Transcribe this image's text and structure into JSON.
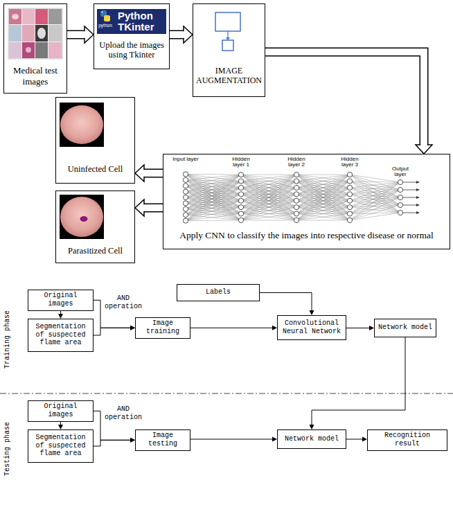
{
  "diagram": {
    "nodes": [
      {
        "text": [
          "Medical test images"
        ]
      },
      {
        "text": [
          "Python TKinter",
          "Upload the images using Tkinter"
        ]
      },
      {
        "text": [
          "IMAGE AUGMENTATION"
        ]
      },
      {
        "text": [
          "Apply CNN to classify the images into respective disease or normal"
        ]
      },
      {
        "text": [
          "Uninfected Cell"
        ]
      },
      {
        "text": [
          "Parasitized Cell"
        ]
      },
      {
        "text": [
          "Original images"
        ]
      },
      {
        "text": [
          "Segmentation of suspected flame area"
        ]
      },
      {
        "text": [
          "Labels"
        ]
      },
      {
        "text": [
          "Image training"
        ]
      },
      {
        "text": [
          "Convolutional Neural Network"
        ]
      },
      {
        "text": [
          "Network model"
        ]
      },
      {
        "text": [
          "Original images"
        ]
      },
      {
        "text": [
          "Segmentation of suspected flame area"
        ]
      },
      {
        "text": [
          "Image testing"
        ]
      },
      {
        "text": [
          "Network model"
        ]
      },
      {
        "text": [
          "Recognition result"
        ]
      }
    ],
    "edges": [
      {
        "from": 0,
        "to": 1,
        "arrow": "to"
      },
      {
        "from": 1,
        "to": 2,
        "arrow": "to"
      },
      {
        "from": 2,
        "to": 3,
        "arrow": "to"
      },
      {
        "from": 3,
        "to": 4,
        "arrow": "to"
      },
      {
        "from": 3,
        "to": 5,
        "arrow": "to"
      },
      {
        "from": 6,
        "to": 7,
        "arrow": "to"
      },
      {
        "from": 6,
        "to": 9,
        "label": "AND operation",
        "arrow": "to"
      },
      {
        "from": 7,
        "to": 9,
        "arrow": "to"
      },
      {
        "from": 8,
        "to": 10,
        "arrow": "to"
      },
      {
        "from": 9,
        "to": 10,
        "arrow": "to"
      },
      {
        "from": 10,
        "to": 11,
        "arrow": "to"
      },
      {
        "from": 11,
        "to": 15,
        "arrow": "to"
      },
      {
        "from": 12,
        "to": 13,
        "arrow": "to"
      },
      {
        "from": 12,
        "to": 14,
        "label": "AND operation",
        "arrow": "to"
      },
      {
        "from": 13,
        "to": 14,
        "arrow": "to"
      },
      {
        "from": 14,
        "to": 15,
        "arrow": "to"
      },
      {
        "from": 15,
        "to": 16,
        "arrow": "to"
      }
    ],
    "labels": [
      "python",
      "Input layer",
      "Hidden layer 1",
      "Hidden layer 2",
      "Hidden layer 3",
      "Output layer",
      "Training phase",
      "Testing phase"
    ]
  }
}
